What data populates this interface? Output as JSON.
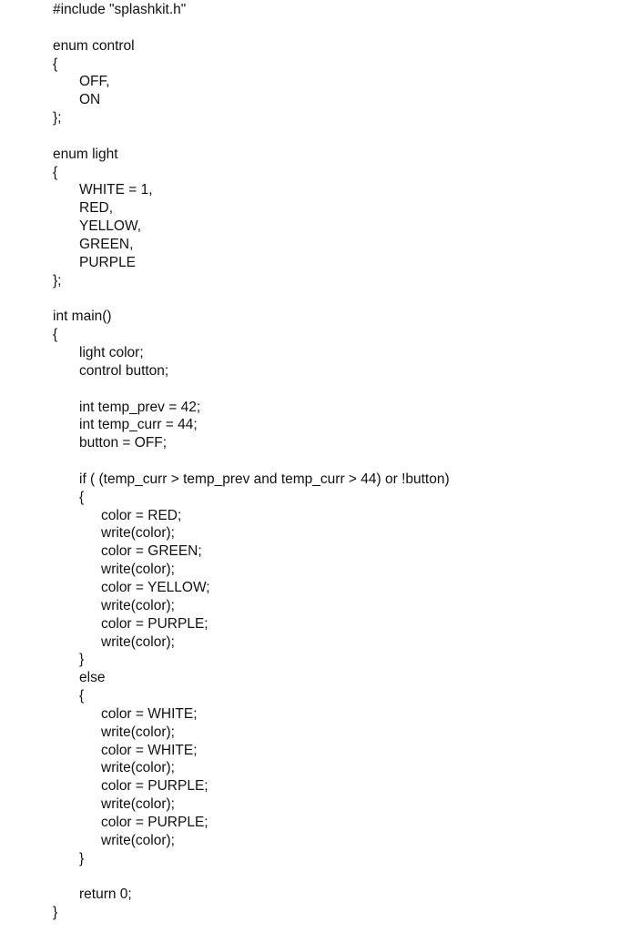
{
  "code_lines": [
    {
      "indent": 0,
      "text": "#include \"splashkit.h\""
    },
    {
      "indent": 0,
      "text": ""
    },
    {
      "indent": 0,
      "text": "enum control"
    },
    {
      "indent": 0,
      "text": "{"
    },
    {
      "indent": 1,
      "text": "OFF,"
    },
    {
      "indent": 1,
      "text": "ON"
    },
    {
      "indent": 0,
      "text": "};"
    },
    {
      "indent": 0,
      "text": ""
    },
    {
      "indent": 0,
      "text": "enum light"
    },
    {
      "indent": 0,
      "text": "{"
    },
    {
      "indent": 1,
      "text": "WHITE = 1,"
    },
    {
      "indent": 1,
      "text": "RED,"
    },
    {
      "indent": 1,
      "text": "YELLOW,"
    },
    {
      "indent": 1,
      "text": "GREEN,"
    },
    {
      "indent": 1,
      "text": "PURPLE"
    },
    {
      "indent": 0,
      "text": "};"
    },
    {
      "indent": 0,
      "text": ""
    },
    {
      "indent": 0,
      "text": "int main()"
    },
    {
      "indent": 0,
      "text": "{"
    },
    {
      "indent": 1,
      "text": "light color;"
    },
    {
      "indent": 1,
      "text": "control button;"
    },
    {
      "indent": 0,
      "text": ""
    },
    {
      "indent": 1,
      "text": "int temp_prev = 42;"
    },
    {
      "indent": 1,
      "text": "int temp_curr = 44;"
    },
    {
      "indent": 1,
      "text": "button = OFF;"
    },
    {
      "indent": 0,
      "text": ""
    },
    {
      "indent": 1,
      "text": "if ( (temp_curr > temp_prev and temp_curr > 44) or !button)"
    },
    {
      "indent": 1,
      "text": "{"
    },
    {
      "indent": 2,
      "text": "color = RED;"
    },
    {
      "indent": 2,
      "text": "write(color);"
    },
    {
      "indent": 2,
      "text": "color = GREEN;"
    },
    {
      "indent": 2,
      "text": "write(color);"
    },
    {
      "indent": 2,
      "text": "color = YELLOW;"
    },
    {
      "indent": 2,
      "text": "write(color);"
    },
    {
      "indent": 2,
      "text": "color = PURPLE;"
    },
    {
      "indent": 2,
      "text": "write(color);"
    },
    {
      "indent": 1,
      "text": "}"
    },
    {
      "indent": 1,
      "text": "else"
    },
    {
      "indent": 1,
      "text": "{"
    },
    {
      "indent": 2,
      "text": "color = WHITE;"
    },
    {
      "indent": 2,
      "text": "write(color);"
    },
    {
      "indent": 2,
      "text": "color = WHITE;"
    },
    {
      "indent": 2,
      "text": "write(color);"
    },
    {
      "indent": 2,
      "text": "color = PURPLE;"
    },
    {
      "indent": 2,
      "text": "write(color);"
    },
    {
      "indent": 2,
      "text": "color = PURPLE;"
    },
    {
      "indent": 2,
      "text": "write(color);"
    },
    {
      "indent": 1,
      "text": "}"
    },
    {
      "indent": 0,
      "text": ""
    },
    {
      "indent": 1,
      "text": "return 0;"
    },
    {
      "indent": 0,
      "text": "}"
    }
  ]
}
